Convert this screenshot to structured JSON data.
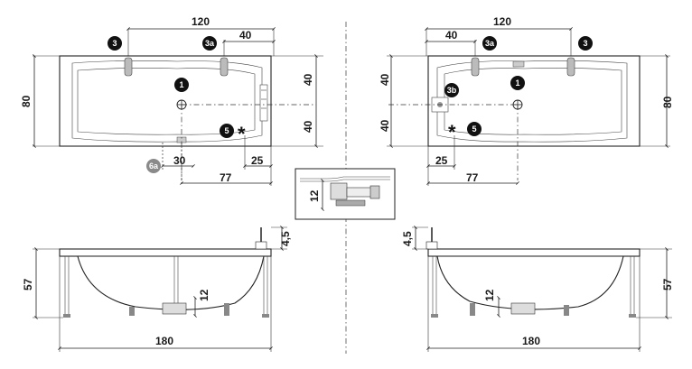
{
  "top_left": {
    "dims": {
      "length_top": "120",
      "d_40": "40",
      "height": "80",
      "right_upper": "40",
      "right_lower": "40",
      "d_30": "30",
      "d_25": "25",
      "d_77": "77"
    },
    "markers": {
      "m1": "1",
      "m3": "3",
      "m3a": "3a",
      "m5": "5",
      "m6a": "6a"
    },
    "star": "*"
  },
  "top_right": {
    "dims": {
      "length_top": "120",
      "d_40": "40",
      "height": "80",
      "left_upper": "40",
      "left_lower": "40",
      "d_25": "25",
      "d_77": "77"
    },
    "markers": {
      "m1": "1",
      "m3": "3",
      "m3a": "3a",
      "m3b": "3b",
      "m5": "5"
    },
    "star": "*"
  },
  "detail": {
    "dim_12": "12"
  },
  "side_left": {
    "dims": {
      "height": "57",
      "d_4_5": "4,5",
      "d_12": "12",
      "length": "180"
    }
  },
  "side_right": {
    "dims": {
      "height": "57",
      "d_4_5": "4,5",
      "d_12": "12",
      "length": "180"
    }
  }
}
